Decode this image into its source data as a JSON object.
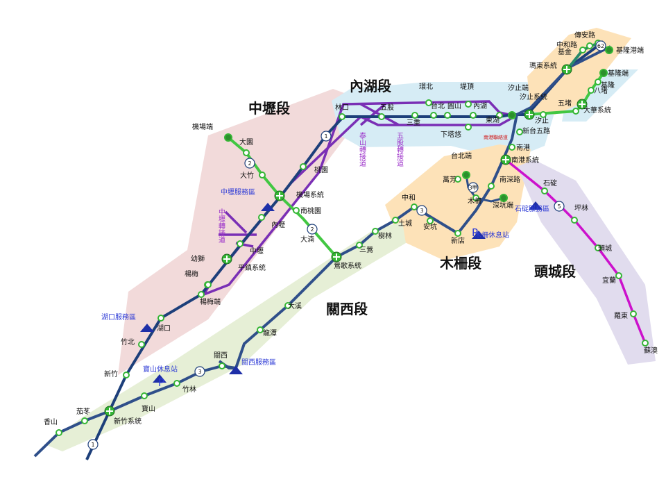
{
  "sections": [
    {
      "name": "內湖段"
    },
    {
      "name": "中壢段"
    },
    {
      "name": "關西段"
    },
    {
      "name": "木柵段"
    },
    {
      "name": "頭城段"
    }
  ],
  "stations": [
    "機場端",
    "大園",
    "大竹",
    "機場系統",
    "南桃園",
    "內壢",
    "中壢",
    "平鎮系統",
    "楊梅端",
    "幼獅",
    "楊梅",
    "桃園",
    "林口",
    "五股",
    "三重",
    "台北",
    "圓山",
    "內湖",
    "東湖",
    "環北",
    "堤頂",
    "下塔悠",
    "汐止端",
    "汐止系統",
    "汐止",
    "新台五路",
    "南港",
    "南港系統",
    "五堵",
    "大華系統",
    "八堵",
    "基隆",
    "基隆端",
    "瑪東系統",
    "基金",
    "中和路",
    "傳安路",
    "基隆港端",
    "台北端",
    "萬芳",
    "木柵",
    "深坑端",
    "南深路",
    "石碇",
    "坪林",
    "頭城",
    "宜蘭",
    "羅東",
    "蘇澳",
    "中和",
    "安坑",
    "新店",
    "土城",
    "樹林",
    "三鶯",
    "大湳",
    "鶯歌系統",
    "大溪",
    "龍潭",
    "關西",
    "竹林",
    "寶山",
    "新竹系統",
    "茄苳",
    "香山",
    "新竹",
    "竹北",
    "湖口"
  ],
  "service_areas": [
    "中壢服務區",
    "湖口服務區",
    "寶山休息站",
    "關西服務區",
    "木柵休息站",
    "石碇服務區"
  ],
  "routes": [
    "1",
    "2",
    "3",
    "3甲",
    "5",
    "62"
  ],
  "connectors": [
    "泰山轉接道",
    "五股轉接道",
    "中壢轉接道"
  ],
  "special": {
    "hsinchu_line": "南港聯絡道",
    "hsinchu_label": "南港聯絡道",
    "kitchen_label": "南港聯絡道",
    "nangang_link": "南港聯絡道"
  },
  "colors": {
    "freeway1": "#1d3f7a",
    "freeway_other": "#2f4f8a",
    "freeway2_3": "#42c742",
    "freeway5": "#cc11cc",
    "connector": "#7a2fb5",
    "station_dot": "#35b535",
    "zone_pink": "#f2dada",
    "zone_blue": "#d6ecf5",
    "zone_green": "#e6efd6",
    "zone_orange": "#fde2b8",
    "zone_lavender": "#e1dcee"
  }
}
